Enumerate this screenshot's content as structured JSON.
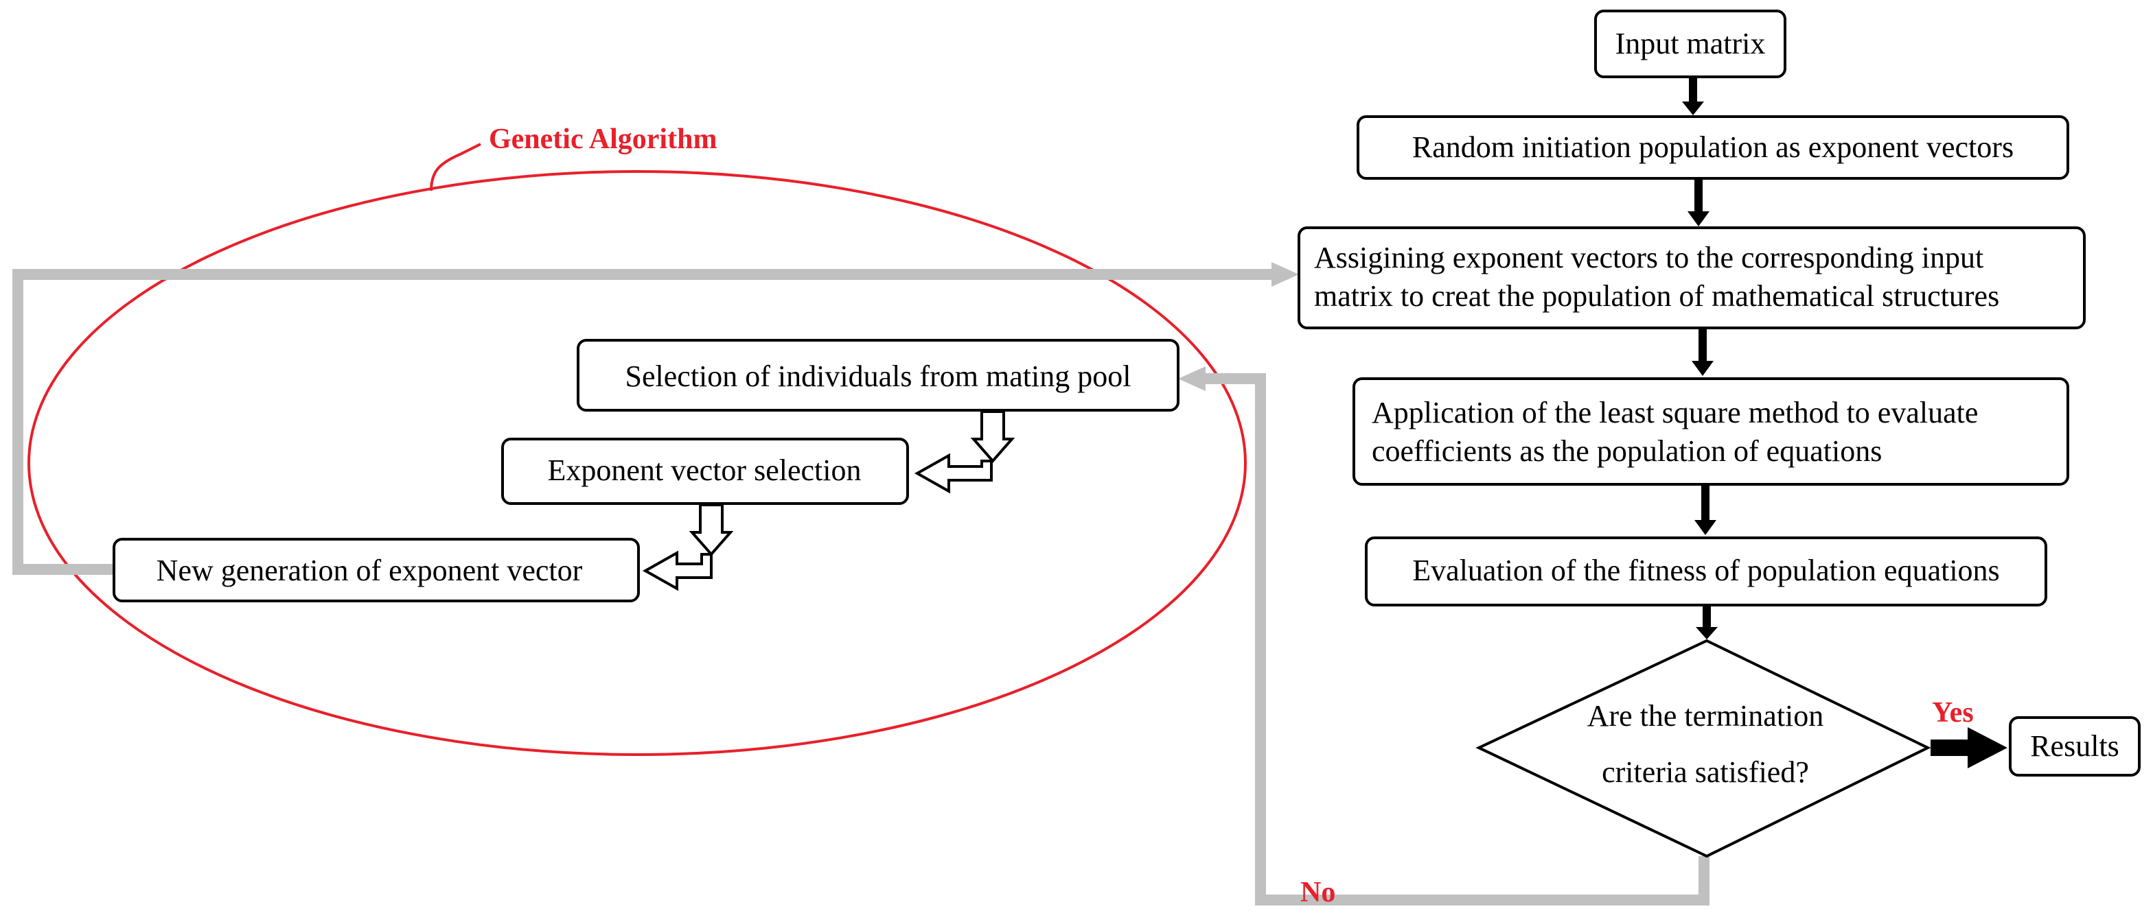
{
  "colors": {
    "accent_red": "#e8202a",
    "connector_gray": "#c0c0c0",
    "outline": "#000000"
  },
  "ga_label": "Genetic Algorithm",
  "nodes": {
    "input_matrix": "Input matrix",
    "random_init": "Random initiation population as exponent vectors",
    "assign_line1": "Assigining exponent vectors to the corresponding input",
    "assign_line2": "matrix to creat the population of mathematical structures",
    "lsq_line1": "Application of the least square method to evaluate",
    "lsq_line2": "coefficients as the population of equations",
    "fitness": "Evaluation of the fitness of population equations",
    "decision_line1": "Are the termination",
    "decision_line2": "criteria satisfied?",
    "results": "Results",
    "selection": "Selection of individuals from mating pool",
    "exponent_selection": "Exponent vector selection",
    "new_generation": "New generation of exponent vector"
  },
  "branch_labels": {
    "yes": "Yes",
    "no": "No"
  }
}
